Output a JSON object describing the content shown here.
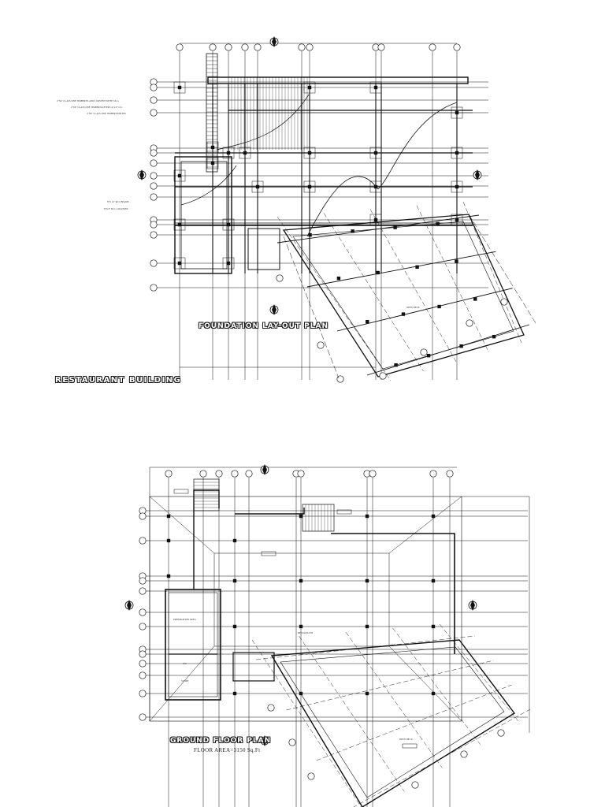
{
  "drawing": {
    "building_title": "RESTAURANT BUILDING",
    "plans": [
      {
        "id": "foundation",
        "title": "FOUNDATION LAY-OUT PLAN",
        "callouts": [
          "2\"X4\" CLASS ONE TIMBER PLANKS JOISTED WITH T & G",
          "2\"X6\" CLASS ONE TIMBER RAFTERS @ 2.0\" O.C",
          "4\"X6\" CLASS ONE TIMBER PURLINS",
          "8\"X 12\" RCC BEAMS",
          "8\"X 8\" RCC COLUMNS"
        ],
        "room_labels": [
          "OPEN DECK"
        ]
      },
      {
        "id": "ground",
        "title": "GROUND FLOOR PLAN",
        "subtitle": "FLOOR AREA=3150 Sq.Ft",
        "room_labels": [
          "PREPARATION AREA",
          "RESTAURANT",
          "OPEN DECK",
          "WC",
          "STORE"
        ]
      }
    ]
  },
  "colors": {
    "ink": "#111111",
    "paper": "#ffffff"
  }
}
